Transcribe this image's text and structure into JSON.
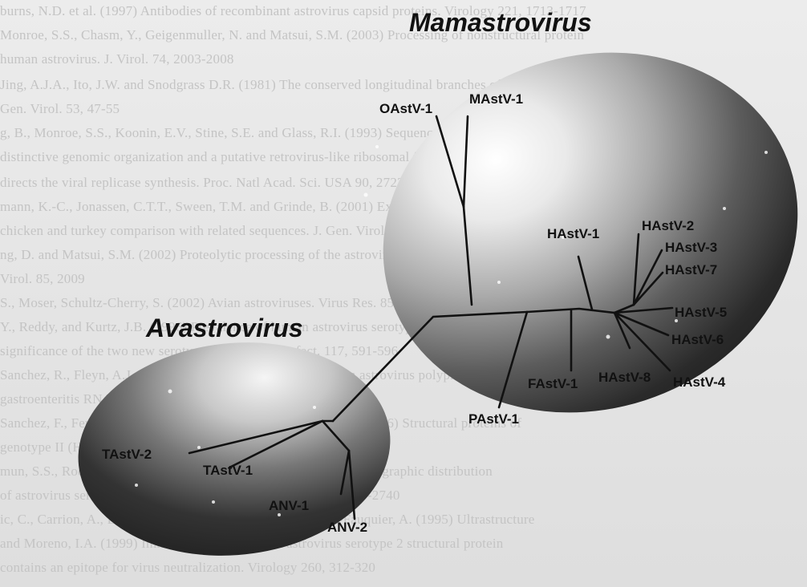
{
  "figure": {
    "group_titles": {
      "mamastrovirus": "Mamastrovirus",
      "avastrovirus": "Avastrovirus"
    },
    "leaf_labels": {
      "oastv1": "OAstV-1",
      "mastv1": "MAstV-1",
      "hastv1": "HAstV-1",
      "hastv2": "HAstV-2",
      "hastv3": "HAstV-3",
      "hastv7": "HAstV-7",
      "hastv5": "HAstV-5",
      "hastv6": "HAstV-6",
      "hastv4": "HAstV-4",
      "hastv8": "HAstV-8",
      "fastv1": "FAstV-1",
      "pastv1": "PAstV-1",
      "tastv2": "TAstV-2",
      "tastv1": "TAstV-1",
      "anv1": "ANV-1",
      "anv2": "ANV-2"
    },
    "colors": {
      "mamastrovirus_fill_dark": "#1a1a1a",
      "avastrovirus_fill_dark": "#1c1c1c",
      "branch": "#111111",
      "background_text": "#c4c4c4"
    }
  }
}
